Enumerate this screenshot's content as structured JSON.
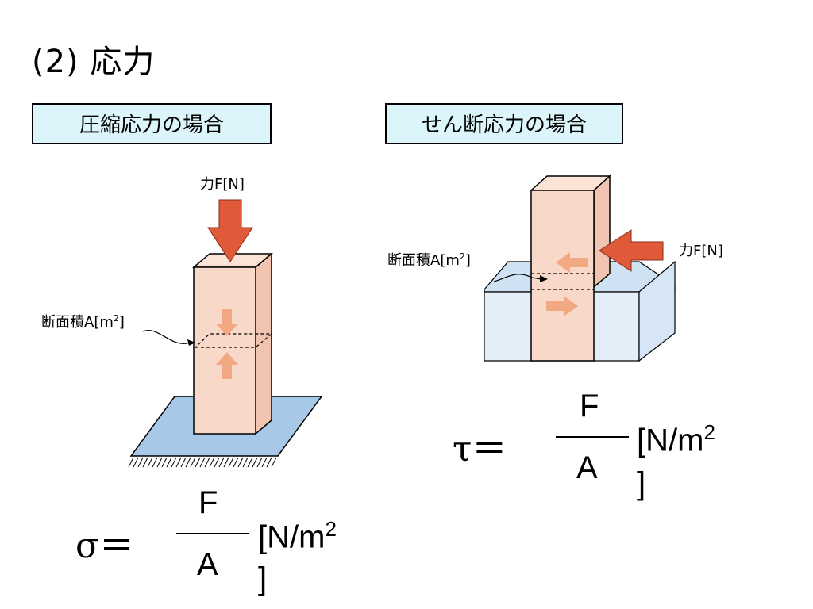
{
  "title": "(2) 応力",
  "left": {
    "heading": "圧縮応力の場合",
    "force_label": "力F[N]",
    "area_label": "断面積A[m",
    "area_sup": "2",
    "area_close": "]",
    "formula": {
      "lhs": "σ＝",
      "numerator": "F",
      "denominator": "A",
      "unit": "[N/m",
      "unit_sup": "2",
      "unit_close": "]"
    }
  },
  "right": {
    "heading": "せん断応力の場合",
    "force_label": "力F[N]",
    "area_label": "断面積A[m",
    "area_sup": "2",
    "area_close": "]",
    "formula": {
      "lhs": "τ＝",
      "numerator": "F",
      "denominator": "A",
      "unit": "[N/m",
      "unit_sup": "2",
      "unit_close": "]"
    }
  },
  "colors": {
    "block": "#f8d8c8",
    "block_side": "#f0c4b0",
    "force_arrow": "#e05a3a",
    "stress_arrow": "#f2a882",
    "base": "#a8c8e8",
    "shear_base": "#e4eef8",
    "heading_bg": "#dcf5fa"
  }
}
